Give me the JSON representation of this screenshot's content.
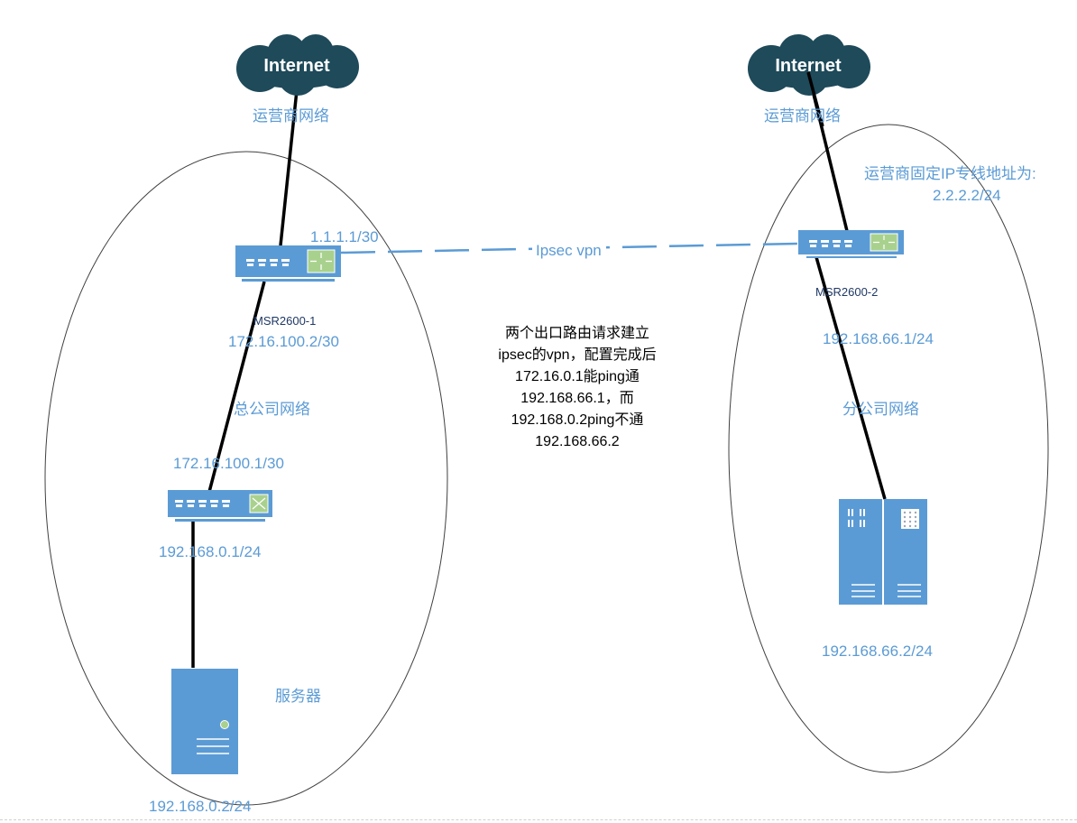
{
  "colors": {
    "device_blue": "#5b9bd5",
    "cloud_teal": "#1e4a5a",
    "accent_green": "#a9d18e",
    "label_blue": "#5b9bd5",
    "device_name_navy": "#1f3864"
  },
  "left_site": {
    "cloud_label": "Internet",
    "isp_label": "运营商网络",
    "router": {
      "name": "MSR2600-1",
      "icon": "router-icon",
      "wan_ip": "1.1.1.1/30",
      "lan_ip": "172.16.100.2/30"
    },
    "network_label": "总公司网络",
    "switch": {
      "icon": "switch-icon",
      "uplink_ip": "172.16.100.1/30",
      "lan_ip": "192.168.0.1/24"
    },
    "server": {
      "icon": "server-icon",
      "label": "服务器",
      "ip": "192.168.0.2/24"
    }
  },
  "right_site": {
    "cloud_label": "Internet",
    "isp_label": "运营商网络",
    "isp_fixed_ip_label": "运营商固定IP专线地址为:",
    "isp_fixed_ip": "2.2.2.2/24",
    "router": {
      "name": "MSR2600-2",
      "icon": "router-icon",
      "lan_ip": "192.168.66.1/24"
    },
    "network_label": "分公司网络",
    "server": {
      "icon": "server-rack-icon",
      "ip": "192.168.66.2/24"
    }
  },
  "vpn_link": {
    "label": "Ipsec vpn"
  },
  "note_lines": [
    "两个出口路由请求建立",
    "ipsec的vpn，配置完成后",
    "172.16.0.1能ping通",
    "192.168.66.1，而",
    "192.168.0.2ping不通",
    "192.168.66.2"
  ]
}
